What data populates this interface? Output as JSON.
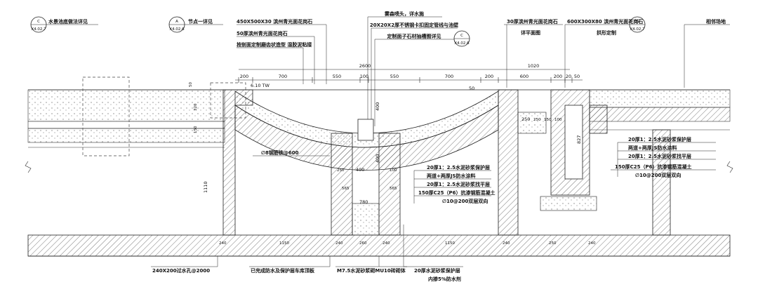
{
  "callouts": [
    {
      "letter": "C",
      "ref": "X4.02.7",
      "label": "水景池底做法详见"
    },
    {
      "letter": "A",
      "ref": "X4.02.6",
      "label": "节点一详见"
    },
    {
      "letter": "C",
      "ref": "X4.02.6",
      "label": ""
    },
    {
      "letter": "D",
      "ref": "X4.02.7",
      "label": ""
    }
  ],
  "top_labels": {
    "granite_top": "450X500X30 滨州青光面花岗石",
    "granite_50": "50厚滨州青光面花岗石",
    "custom_stone": "按剖面定制磨齿状造型 湿胶泥粘接",
    "spray": "雾森喷头，详水施",
    "steel_clip": "20X20X2厚不锈钢卡扣固定管线与池壁",
    "stone_gap": "定制面子石材抽槽图详见",
    "granite_30": "30厚滨州青光面花岗石",
    "granite_30b": "详平面图",
    "granite_600": "600X300X80 滨州青光面花岗石",
    "special_shape": "拱形定制",
    "adjacent": "相邻场地"
  },
  "dims_top": [
    "2600",
    "1020"
  ],
  "dims_row": [
    "200",
    "700",
    "550",
    "100",
    "550",
    "700",
    "200",
    "600",
    "200",
    "20",
    "50"
  ],
  "level": "6.10 TW",
  "left_dims": [
    "50",
    "320",
    "150"
  ],
  "inner_dims": [
    "400",
    "400",
    "400",
    "250",
    "780",
    "827",
    "1110",
    "50"
  ],
  "side_dims": [
    "250",
    "250",
    "150",
    "100",
    "100",
    "565",
    "565"
  ],
  "layer_note_a": [
    "20厚1：2.5水泥砂浆保护层",
    "两道+两厚JS防水涂料",
    "20厚1：2.5水泥砂浆找平层",
    "150厚C25（P6）抗渗钢筋混凝土",
    "∅10@200双层双向"
  ],
  "layer_note_b": [
    "20厚1：2.5水泥砂浆保护层",
    "两道+两厚JS防水涂料",
    "20厚1：2.5水泥砂浆找平层",
    "150厚C25（P6）抗渗钢筋混凝土",
    "∅10@200双层双向"
  ],
  "rebar_note": "∅8钢筋铁@600",
  "bottom_dims": [
    "240",
    "1150",
    "240",
    "260",
    "240",
    "1150",
    "240",
    "250",
    "240"
  ],
  "bottom_labels": {
    "drain": "240X200过水孔@2000",
    "completed": "已完成防水及保护层车库顶板",
    "masonry": "M7.5水泥砂浆砌MU10砖砌体",
    "protect": "20厚水泥砂浆保护层",
    "admix": "内掺5%防水剂"
  }
}
